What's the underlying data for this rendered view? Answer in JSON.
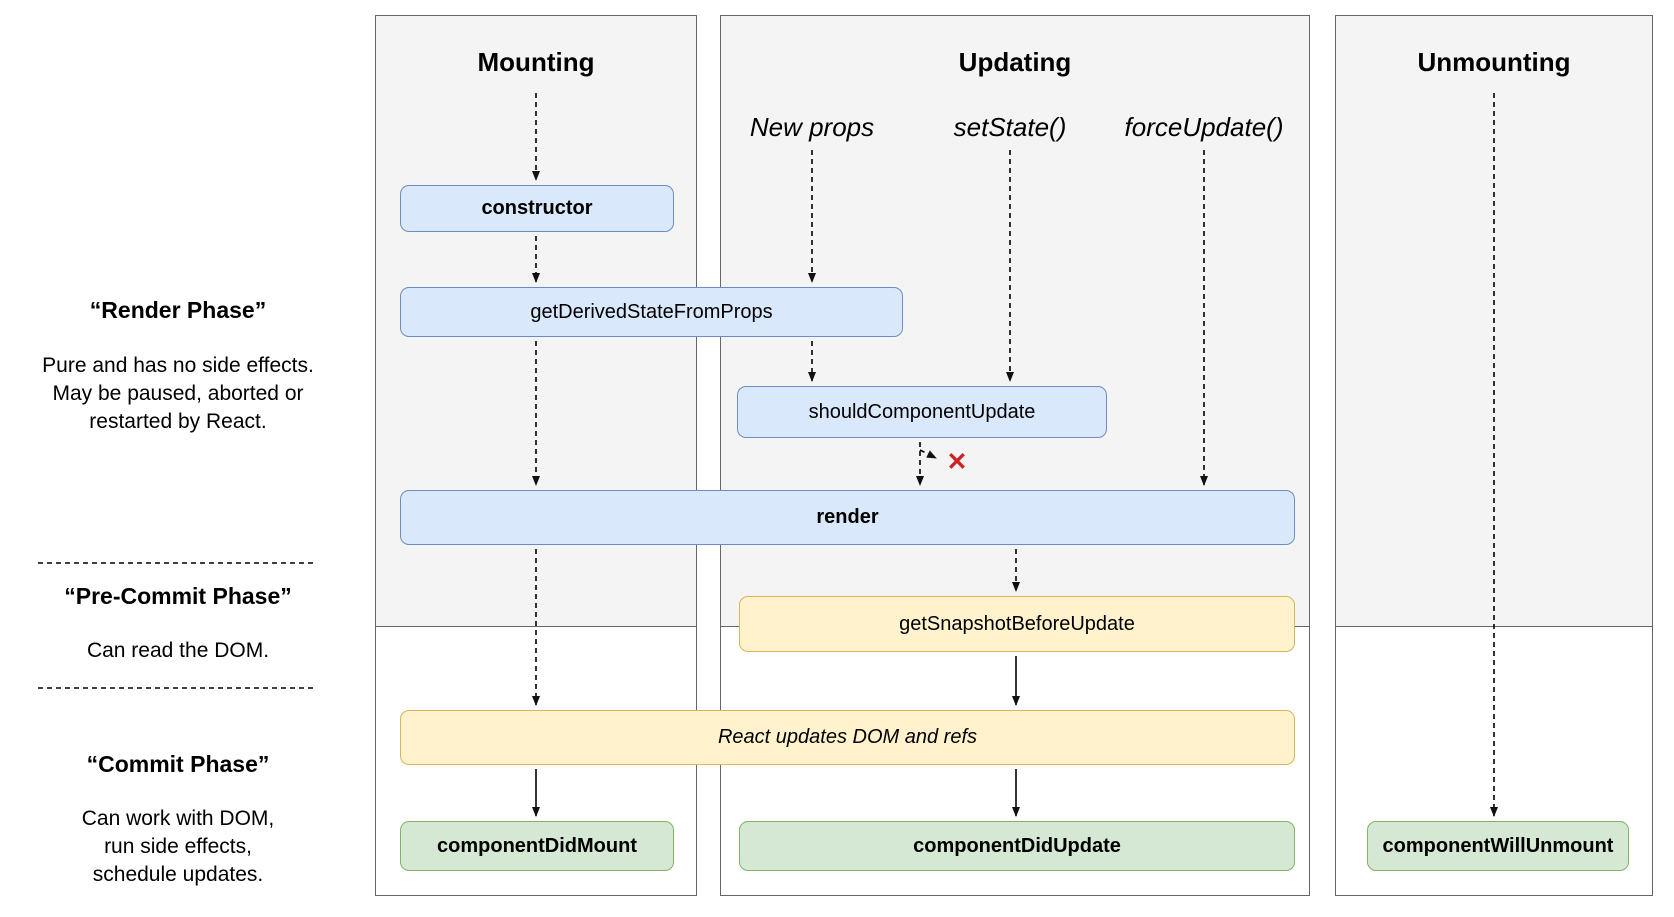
{
  "sidebar": {
    "render_phase": {
      "title": "“Render Phase”",
      "lines": [
        "Pure and has no side effects.",
        "May be paused, aborted or",
        "restarted by React."
      ]
    },
    "pre_commit_phase": {
      "title": "“Pre-Commit Phase”",
      "lines": [
        "Can read the DOM."
      ]
    },
    "commit_phase": {
      "title": "“Commit Phase”",
      "lines": [
        "Can work with DOM,",
        "run side effects,",
        "schedule updates."
      ]
    }
  },
  "columns": {
    "mounting": {
      "title": "Mounting"
    },
    "updating": {
      "title": "Updating",
      "triggers": [
        "New props",
        "setState()",
        "forceUpdate()"
      ]
    },
    "unmounting": {
      "title": "Unmounting"
    }
  },
  "nodes": {
    "constructor": "constructor",
    "get_derived_state_from_props": "getDerivedStateFromProps",
    "should_component_update": "shouldComponentUpdate",
    "render": "render",
    "get_snapshot_before_update": "getSnapshotBeforeUpdate",
    "react_updates_dom": "React updates DOM and refs",
    "component_did_mount": "componentDidMount",
    "component_did_update": "componentDidUpdate",
    "component_will_unmount": "componentWillUnmount"
  },
  "symbols": {
    "abort_x": "✕"
  },
  "colors": {
    "lifecycle_box_blue_fill": "#dae8fc",
    "lifecycle_box_blue_border": "#6c8ebf",
    "side_effect_box_yellow_fill": "#fff2cc",
    "side_effect_box_yellow_border": "#d6b656",
    "commit_box_green_fill": "#d5e8d4",
    "commit_box_green_border": "#82b366",
    "column_background": "#f4f4f4",
    "abort_x_red": "#cc2222"
  }
}
